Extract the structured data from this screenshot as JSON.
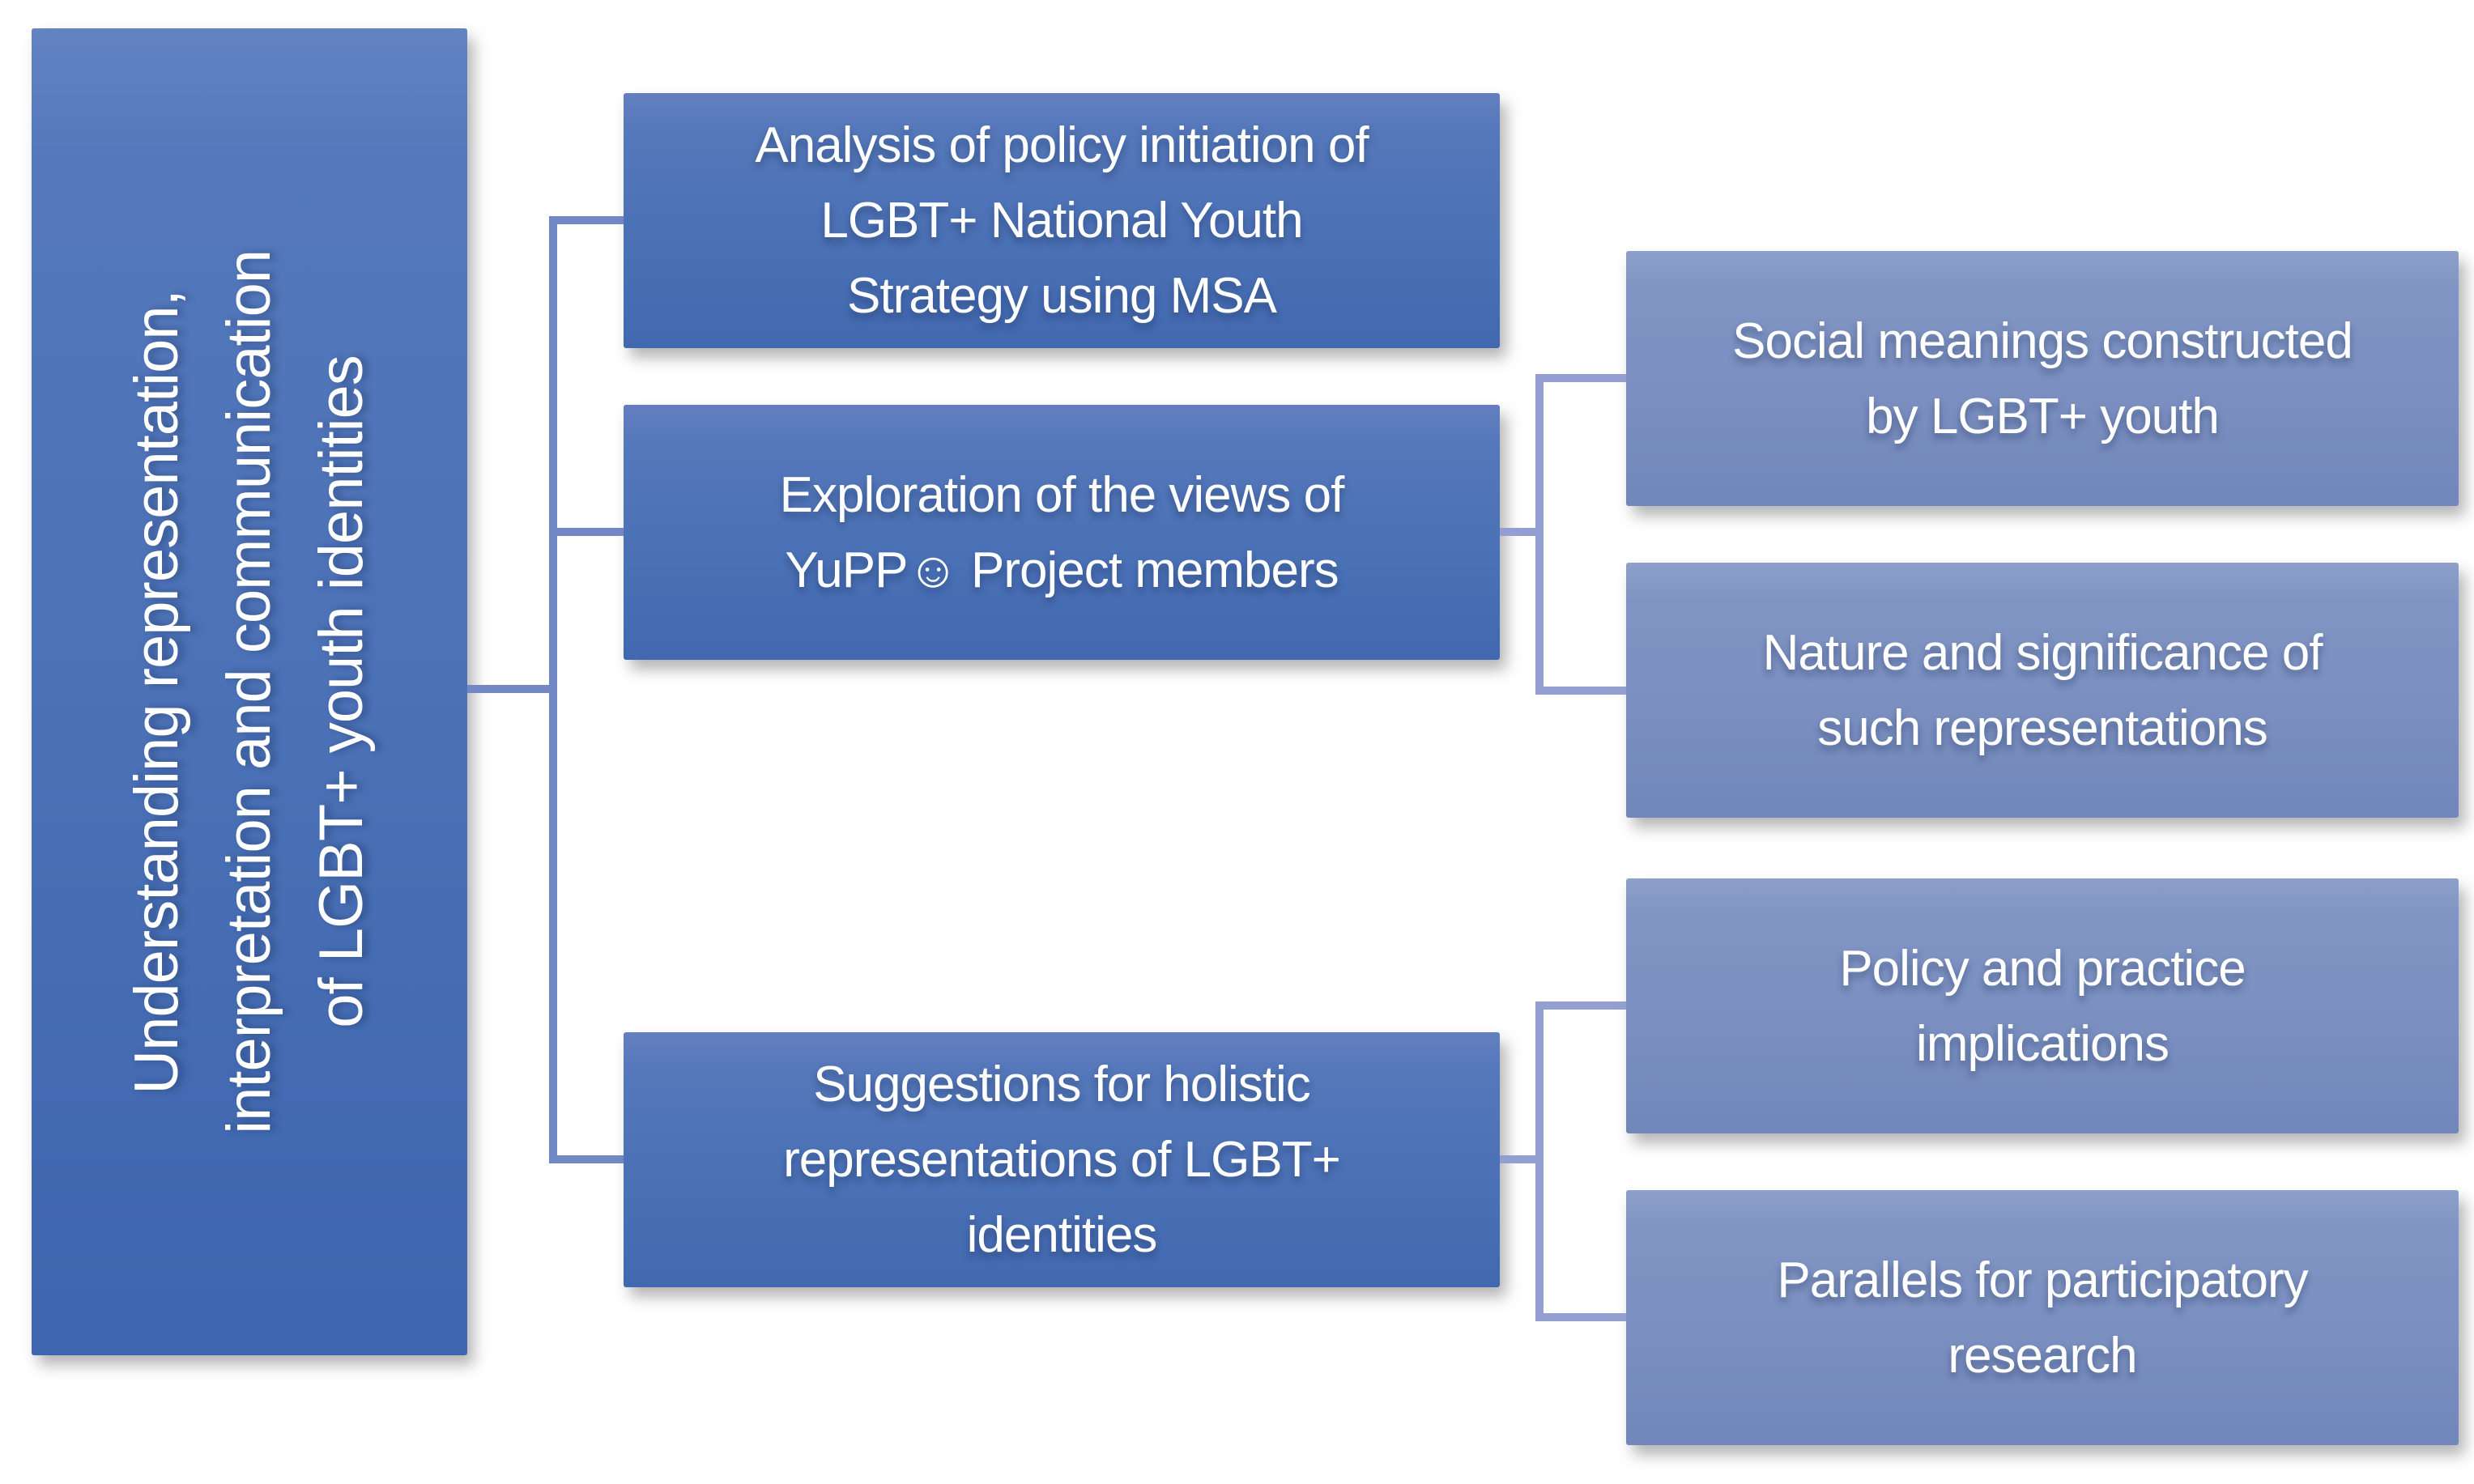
{
  "diagram": {
    "root": {
      "label": "Understanding representation,\ninterpretation and communication\nof LGBT+ youth identities"
    },
    "branches": [
      {
        "label": "Analysis of policy initiation of\nLGBT+ National Youth\nStrategy using MSA",
        "children": []
      },
      {
        "label": "Exploration of the views of\nYuPP☺ Project members",
        "children": [
          {
            "label": "Social meanings constructed\nby LGBT+ youth"
          },
          {
            "label": "Nature and significance of\nsuch representations"
          }
        ]
      },
      {
        "label": "Suggestions for holistic\nrepresentations of LGBT+\nidentities",
        "children": [
          {
            "label": "Policy and practice\nimplications"
          },
          {
            "label": "Parallels for participatory\nresearch"
          }
        ]
      }
    ],
    "icons": {
      "smiley": "☺"
    },
    "colors": {
      "primary_box_top": "#5d7ec0",
      "primary_box_bottom": "#3f67af",
      "secondary_box_top": "#8da0ca",
      "secondary_box_bottom": "#7187b9",
      "connector_left": "#7288c5",
      "connector_right": "#929fd0",
      "text": "#ffffff",
      "background": "#ffffff"
    }
  }
}
